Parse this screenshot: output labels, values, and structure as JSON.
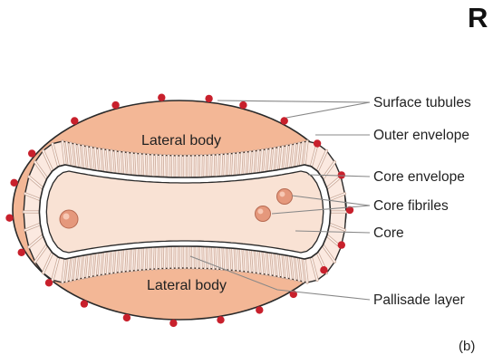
{
  "header": {
    "corner_letter": "R"
  },
  "diagram": {
    "labels": {
      "lateral_body_top": "Lateral body",
      "lateral_body_bottom": "Lateral body"
    },
    "callouts": [
      {
        "id": "surface-tubules",
        "text": "Surface tubules"
      },
      {
        "id": "outer-envelope",
        "text": "Outer envelope"
      },
      {
        "id": "core-envelope",
        "text": "Core envelope"
      },
      {
        "id": "core-fibriles",
        "text": "Core fibriles"
      },
      {
        "id": "core",
        "text": "Core"
      },
      {
        "id": "pallisade-layer",
        "text": "Pallisade layer"
      }
    ],
    "panel_label": "(b)",
    "colors": {
      "outer_fill": "#f3b796",
      "membrane_line": "#2a2a2a",
      "palisade_fill": "#fbe9e0",
      "core_fill": "#f9e2d4",
      "tubule": "#c8202c",
      "fibrile": "#e5987c",
      "leader_line": "#888888"
    }
  }
}
